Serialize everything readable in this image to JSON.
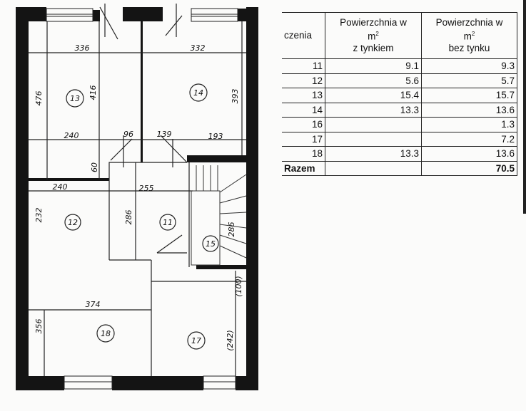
{
  "plan": {
    "rooms": [
      "13",
      "14",
      "12",
      "11",
      "15",
      "18",
      "17"
    ],
    "dims": {
      "d336": "336",
      "d332": "332",
      "d476": "476",
      "d416": "416",
      "d393": "393",
      "d240a": "240",
      "d96": "96",
      "d139": "139",
      "d193": "193",
      "d60": "60",
      "d240b": "240",
      "d255": "255",
      "d232": "232",
      "d286a": "286",
      "d286b": "286",
      "d100": "(100)",
      "d374": "374",
      "d356": "356",
      "d242": "(242)"
    }
  },
  "table": {
    "headers": {
      "col1": "czenia",
      "col2_line1": "Powierzchnia w",
      "col2_unit": "m",
      "col2_line3": "z tynkiem",
      "col3_line1": "Powierzchnia w",
      "col3_unit": "m",
      "col3_line3": "bez tynku",
      "sup": "2"
    },
    "rows": [
      {
        "room": "11",
        "with": "9.1",
        "without": "9.3"
      },
      {
        "room": "12",
        "with": "5.6",
        "without": "5.7"
      },
      {
        "room": "13",
        "with": "15.4",
        "without": "15.7"
      },
      {
        "room": "14",
        "with": "13.3",
        "without": "13.6"
      },
      {
        "room": "16",
        "with": "",
        "without": "1.3"
      },
      {
        "room": "17",
        "with": "",
        "without": "7.2"
      },
      {
        "room": "18",
        "with": "13.3",
        "without": "13.6"
      }
    ],
    "total": {
      "label": "Razem",
      "with": "",
      "without": "70.5"
    }
  }
}
